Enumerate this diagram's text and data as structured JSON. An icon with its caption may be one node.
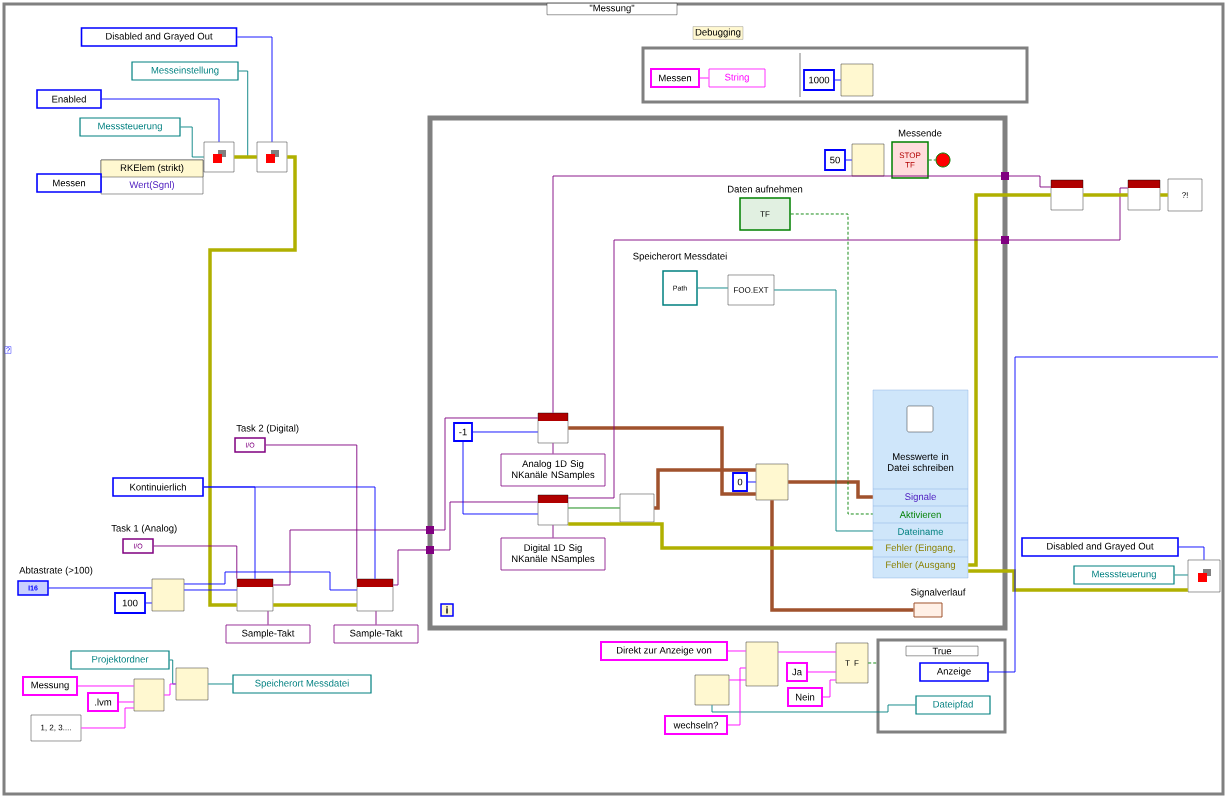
{
  "diagram": {
    "nodes": [
      {
        "text": [
          "\"Messung\""
        ]
      },
      {
        "text": [
          "Debugging"
        ],
        "in": 0
      },
      {
        "text": [
          "Messen"
        ],
        "in": 1
      },
      {
        "text": [
          "String"
        ],
        "in": 1
      },
      {
        "text": [
          "1000"
        ],
        "in": 1
      },
      {
        "text": [],
        "shape": "box",
        "in": 1
      },
      {
        "text": [
          "Disabled and Grayed Out"
        ],
        "in": 0
      },
      {
        "text": [
          "Messeinstellung"
        ],
        "in": 0
      },
      {
        "text": [
          "Enabled"
        ],
        "in": 0
      },
      {
        "text": [
          "Messsteuerung"
        ],
        "in": 0
      },
      {
        "text": [],
        "shape": "box",
        "in": 0
      },
      {
        "text": [],
        "shape": "box",
        "in": 0
      },
      {
        "text": [
          "RKElem (strikt)",
          "Wert(Sgnl)"
        ],
        "in": 0
      },
      {
        "text": [
          "Messen"
        ],
        "in": 0
      },
      {
        "text": [
          "Task 2 (Digital)",
          "I/O"
        ],
        "in": 0
      },
      {
        "text": [
          "Kontinuierlich"
        ],
        "in": 0
      },
      {
        "text": [
          "Task 1 (Analog)",
          "I/O"
        ],
        "in": 0
      },
      {
        "text": [
          "Abtastrate (>100)",
          "I16"
        ],
        "in": 0
      },
      {
        "text": [
          "100"
        ],
        "in": 0
      },
      {
        "text": [],
        "shape": "box",
        "in": 0
      },
      {
        "text": [],
        "shape": "box",
        "in": 0
      },
      {
        "text": [
          "Sample-Takt"
        ],
        "in": 0
      },
      {
        "text": [],
        "shape": "box",
        "in": 0
      },
      {
        "text": [
          "Sample-Takt"
        ],
        "in": 0
      },
      {
        "text": [
          "Projektordner"
        ],
        "in": 0
      },
      {
        "text": [
          "Messung"
        ],
        "in": 0
      },
      {
        "text": [
          ".lvm"
        ],
        "in": 0
      },
      {
        "text": [
          "1, 2, 3...."
        ],
        "in": 0
      },
      {
        "text": [],
        "shape": "box",
        "in": 0
      },
      {
        "text": [],
        "shape": "box",
        "in": 0
      },
      {
        "text": [
          "Speicherort Messdatei"
        ],
        "in": 0
      },
      {
        "text": [
          "i"
        ],
        "in": 0
      },
      {
        "text": [
          "-1"
        ],
        "in": 31
      },
      {
        "text": [],
        "shape": "box",
        "in": 31
      },
      {
        "text": [
          "Analog 1D Sig NKanäle NSamples"
        ],
        "in": 31
      },
      {
        "text": [],
        "shape": "box",
        "in": 31
      },
      {
        "text": [
          "Digital 1D Sig NKanäle NSamples"
        ],
        "in": 31
      },
      {
        "text": [],
        "shape": "box",
        "in": 31
      },
      {
        "text": [
          "0"
        ],
        "in": 31
      },
      {
        "text": [],
        "shape": "box",
        "in": 31
      },
      {
        "text": [
          "Messwerte in Datei schreiben",
          "Signale",
          "Aktivieren",
          "Dateiname",
          "Fehler (Eingang,",
          "Fehler (Ausgang"
        ],
        "in": 31
      },
      {
        "text": [
          "Signalverlauf"
        ],
        "in": 31
      },
      {
        "text": [
          "Speicherort Messdatei",
          "Path"
        ],
        "in": 31
      },
      {
        "text": [
          "FOO.EXT"
        ],
        "in": 31
      },
      {
        "text": [
          "Daten aufnehmen",
          "TF"
        ],
        "in": 31
      },
      {
        "text": [
          "50"
        ],
        "in": 31
      },
      {
        "text": [],
        "shape": "box",
        "in": 31
      },
      {
        "text": [
          "Messende",
          "STOP",
          "TF"
        ],
        "in": 31
      },
      {
        "text": [],
        "shape": "circle",
        "in": 31
      },
      {
        "text": [],
        "shape": "box",
        "in": 0
      },
      {
        "text": [],
        "shape": "box",
        "in": 0
      },
      {
        "text": [
          "?!"
        ],
        "in": 0
      },
      {
        "text": [
          "Disabled and Grayed Out"
        ],
        "in": 0
      },
      {
        "text": [
          "Messsteuerung"
        ],
        "in": 0
      },
      {
        "text": [],
        "shape": "box",
        "in": 0
      },
      {
        "text": [
          "Direkt zur Anzeige von"
        ],
        "in": 0
      },
      {
        "text": [],
        "shape": "box",
        "in": 0
      },
      {
        "text": [
          "wechseln?"
        ],
        "in": 0
      },
      {
        "text": [],
        "shape": "box",
        "in": 0
      },
      {
        "text": [
          "Ja"
        ],
        "in": 0
      },
      {
        "text": [
          "Nein"
        ],
        "in": 0
      },
      {
        "text": [
          "T",
          "F"
        ],
        "in": 0
      },
      {
        "text": [
          "True"
        ],
        "in": 0
      },
      {
        "text": [
          "Anzeige"
        ],
        "in": 62
      },
      {
        "text": [
          "Dateipfad"
        ],
        "in": 62
      }
    ],
    "edges": [
      {
        "from": 8,
        "to": 10,
        "arrow": "none",
        "color": "#0000ff"
      },
      {
        "from": 9,
        "to": 10,
        "arrow": "none",
        "color": "#008080"
      },
      {
        "from": 6,
        "to": 11,
        "arrow": "none",
        "color": "#0000ff"
      },
      {
        "from": 7,
        "to": 11,
        "arrow": "none",
        "color": "#008080"
      },
      {
        "from": 10,
        "to": 11,
        "arrow": "none",
        "style": "thick",
        "color": "#b0b000"
      },
      {
        "from": 11,
        "to": 20,
        "arrow": "none",
        "style": "thick",
        "color": "#b0b000"
      },
      {
        "from": 20,
        "to": 22,
        "arrow": "none",
        "style": "thick",
        "color": "#b0b000"
      },
      {
        "from": 17,
        "to": 19,
        "arrow": "none",
        "color": "#0000ff"
      },
      {
        "from": 18,
        "to": 19,
        "arrow": "none",
        "color": "#0000ff"
      },
      {
        "from": 19,
        "to": 20,
        "arrow": "none",
        "color": "#0000ff"
      },
      {
        "from": 19,
        "to": 22,
        "arrow": "none",
        "color": "#0000ff"
      },
      {
        "from": 15,
        "to": 20,
        "arrow": "none",
        "color": "#0000ff"
      },
      {
        "from": 15,
        "to": 22,
        "arrow": "none",
        "color": "#0000ff"
      },
      {
        "from": 16,
        "to": 20,
        "arrow": "none",
        "color": "#800080"
      },
      {
        "from": 14,
        "to": 22,
        "arrow": "none",
        "color": "#800080"
      },
      {
        "from": 21,
        "to": 20,
        "arrow": "none",
        "color": "#800080"
      },
      {
        "from": 23,
        "to": 22,
        "arrow": "none",
        "color": "#800080"
      },
      {
        "from": 20,
        "to": 33,
        "arrow": "none",
        "color": "#800080"
      },
      {
        "from": 22,
        "to": 35,
        "arrow": "none",
        "color": "#800080"
      },
      {
        "from": 32,
        "to": 33,
        "arrow": "none",
        "color": "#0000ff"
      },
      {
        "from": 32,
        "to": 35,
        "arrow": "none",
        "color": "#0000ff"
      },
      {
        "from": 34,
        "to": 33,
        "arrow": "none",
        "color": "#800080"
      },
      {
        "from": 36,
        "to": 35,
        "arrow": "none",
        "color": "#800080"
      },
      {
        "from": 35,
        "to": 37,
        "arrow": "none",
        "color": "#008000"
      },
      {
        "from": 37,
        "to": 39,
        "arrow": "none",
        "style": "thick",
        "color": "#a0522d"
      },
      {
        "from": 33,
        "to": 39,
        "arrow": "none",
        "style": "thick",
        "color": "#a0522d"
      },
      {
        "from": 38,
        "to": 39,
        "arrow": "none",
        "color": "#0000ff"
      },
      {
        "from": 39,
        "to": 40,
        "arrow": "none",
        "style": "thick",
        "color": "#a0522d"
      },
      {
        "from": 39,
        "to": 41,
        "arrow": "none",
        "style": "thick",
        "color": "#a0522d"
      },
      {
        "from": 35,
        "to": 40,
        "arrow": "none",
        "style": "thick",
        "color": "#b0b000"
      },
      {
        "from": 42,
        "to": 43,
        "arrow": "none",
        "color": "#008080"
      },
      {
        "from": 43,
        "to": 40,
        "arrow": "none",
        "color": "#008080"
      },
      {
        "from": 44,
        "to": 40,
        "arrow": "none",
        "style": "dashed",
        "color": "#008000"
      },
      {
        "from": 40,
        "to": 49,
        "arrow": "none",
        "style": "thick",
        "color": "#b0b000"
      },
      {
        "from": 40,
        "to": 54,
        "arrow": "none",
        "style": "thick",
        "color": "#b0b000"
      },
      {
        "from": 33,
        "to": 49,
        "arrow": "none",
        "color": "#800080"
      },
      {
        "from": 35,
        "to": 50,
        "arrow": "none",
        "color": "#800080"
      },
      {
        "from": 49,
        "to": 50,
        "arrow": "none",
        "style": "thick",
        "color": "#b0b000"
      },
      {
        "from": 50,
        "to": 51,
        "arrow": "none",
        "style": "thick",
        "color": "#b0b000"
      },
      {
        "from": 52,
        "to": 54,
        "arrow": "none",
        "color": "#0000ff"
      },
      {
        "from": 53,
        "to": 54,
        "arrow": "none",
        "color": "#008080"
      },
      {
        "from": 63,
        "to": null,
        "arrow": "none",
        "color": "#0000ff"
      },
      {
        "from": 61,
        "to": 62,
        "arrow": "none",
        "style": "dashed",
        "color": "#008000"
      },
      {
        "from": 56,
        "to": 64,
        "arrow": "none",
        "color": "#008080"
      },
      {
        "from": 55,
        "to": 58,
        "arrow": "none",
        "color": "#ff00ff"
      },
      {
        "from": 56,
        "to": 58,
        "arrow": "none",
        "color": "#ff00ff"
      },
      {
        "from": 57,
        "to": 58,
        "arrow": "none",
        "color": "#ff00ff"
      },
      {
        "from": 58,
        "to": 61,
        "arrow": "none",
        "color": "#ff00ff"
      },
      {
        "from": 59,
        "to": 61,
        "arrow": "none",
        "color": "#ff00ff"
      },
      {
        "from": 60,
        "to": 61,
        "arrow": "none",
        "color": "#ff00ff"
      },
      {
        "from": 24,
        "to": 29,
        "arrow": "none",
        "color": "#008080"
      },
      {
        "from": 25,
        "to": 28,
        "arrow": "none",
        "color": "#ff00ff"
      },
      {
        "from": 26,
        "to": 28,
        "arrow": "none",
        "color": "#ff00ff"
      },
      {
        "from": 27,
        "to": 28,
        "arrow": "none",
        "color": "#ff00ff"
      },
      {
        "from": 28,
        "to": 29,
        "arrow": "none",
        "color": "#ff00ff"
      },
      {
        "from": 29,
        "to": 30,
        "arrow": "none",
        "color": "#008080"
      },
      {
        "from": 2,
        "to": 3,
        "arrow": "none",
        "color": "#ff00ff"
      },
      {
        "from": 4,
        "to": 5,
        "arrow": "none",
        "color": "#0000ff"
      },
      {
        "from": 45,
        "to": 46,
        "arrow": "none",
        "color": "#0000ff"
      },
      {
        "from": 47,
        "to": 48,
        "arrow": "none",
        "style": "dashed",
        "color": "#008000"
      }
    ],
    "labels": [
      "?"
    ]
  }
}
